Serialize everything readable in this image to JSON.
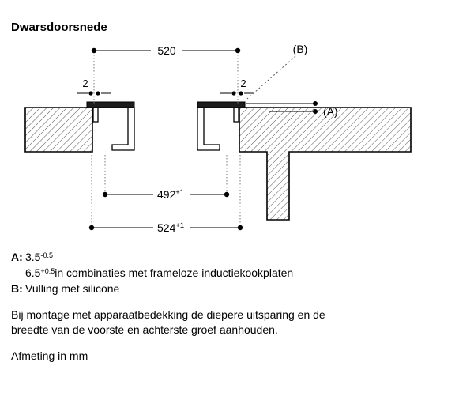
{
  "title": "Dwarsdoorsnede",
  "diagram": {
    "dim_top": "520",
    "dim_gap_left": "2",
    "dim_gap_right": "2",
    "label_b": "(B)",
    "label_a": "(A)",
    "dim_inner_value": "492",
    "dim_inner_tolerance": "±1",
    "dim_outer_value": "524",
    "dim_outer_tolerance": "+1"
  },
  "notes": {
    "a_label": "A:",
    "a_value": "3.5",
    "a_tolerance": "-0.5",
    "a_alt_value": "6.5",
    "a_alt_tolerance": "+0.5",
    "a_alt_text": "in combinaties met frameloze inductiekookplaten",
    "b_label": "B:",
    "b_text": "Vulling met silicone"
  },
  "mounting_note": "Bij montage met apparaatbedekking de diepere uitsparing en de breedte van de voorste en achterste groef aanhouden.",
  "unit_note": "Afmeting in mm",
  "colors": {
    "ink": "#000000",
    "background": "#ffffff"
  }
}
